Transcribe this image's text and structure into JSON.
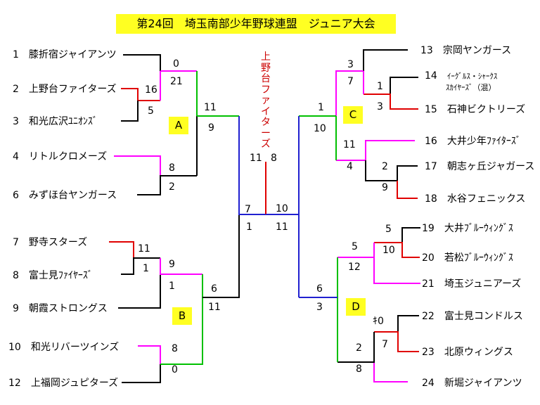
{
  "title": "第24回　埼玉南部少年野球連盟　ジュニア大会",
  "champion": "上野台ファイターズ",
  "blocks": [
    "A",
    "B",
    "C",
    "D"
  ],
  "teams": [
    {
      "no": "1",
      "name": "膝折宿ジャイアンツ"
    },
    {
      "no": "2",
      "name": "上野台ファイターズ"
    },
    {
      "no": "3",
      "name": "和光広沢ﾕﾆｵﾝｽﾞ"
    },
    {
      "no": "4",
      "name": "リトルクロメーズ"
    },
    {
      "no": "6",
      "name": "みずほ台ヤンガース"
    },
    {
      "no": "7",
      "name": "野寺スターズ"
    },
    {
      "no": "8",
      "name": "富士見ﾌｧｲﾔｰｽﾞ"
    },
    {
      "no": "9",
      "name": "朝霞ストロングス"
    },
    {
      "no": "10",
      "name": "和光リバーツインズ"
    },
    {
      "no": "12",
      "name": "上福岡ジュピターズ"
    },
    {
      "no": "13",
      "name": "宗岡ヤンガース"
    },
    {
      "no": "14",
      "name": "ｲｰｸﾞﾙｽ・ｼｬｰｸｽ",
      "name2": "ｽｶｲﾔｰｽﾞ（混）"
    },
    {
      "no": "15",
      "name": "石神ビクトリーズ"
    },
    {
      "no": "16",
      "name": "大井少年ﾌｧｲﾀｰｽﾞ"
    },
    {
      "no": "17",
      "name": "朝志ヶ丘ジャガース"
    },
    {
      "no": "18",
      "name": "水谷フェニックス"
    },
    {
      "no": "19",
      "name": "大井ﾌﾞﾙｰｳｨﾝｸﾞｽ"
    },
    {
      "no": "20",
      "name": "若松ﾌﾞﾙｰｳｨﾝｸﾞｽ"
    },
    {
      "no": "21",
      "name": "埼玉ジュニアーズ"
    },
    {
      "no": "22",
      "name": "富士見コンドルス"
    },
    {
      "no": "23",
      "name": "北原ウィングス"
    },
    {
      "no": "24",
      "name": "新堀ジャイアンツ"
    }
  ],
  "scores": [
    "0",
    "21",
    "16",
    "5",
    "8",
    "2",
    "11",
    "9",
    "11",
    "1",
    "9",
    "1",
    "6",
    "11",
    "8",
    "0",
    "7",
    "1",
    "11",
    "8",
    "3",
    "7",
    "1",
    "3",
    "2",
    "9",
    "11",
    "4",
    "1",
    "10",
    "5",
    "10",
    "5",
    "12",
    "ｷ0",
    "7",
    "2",
    "8",
    "6",
    "3",
    "10",
    "11"
  ],
  "line_colors": {
    "black": "#000000",
    "red": "#e00000",
    "magenta": "#ff00ff",
    "green": "#00c000",
    "blue": "#2020d0"
  }
}
